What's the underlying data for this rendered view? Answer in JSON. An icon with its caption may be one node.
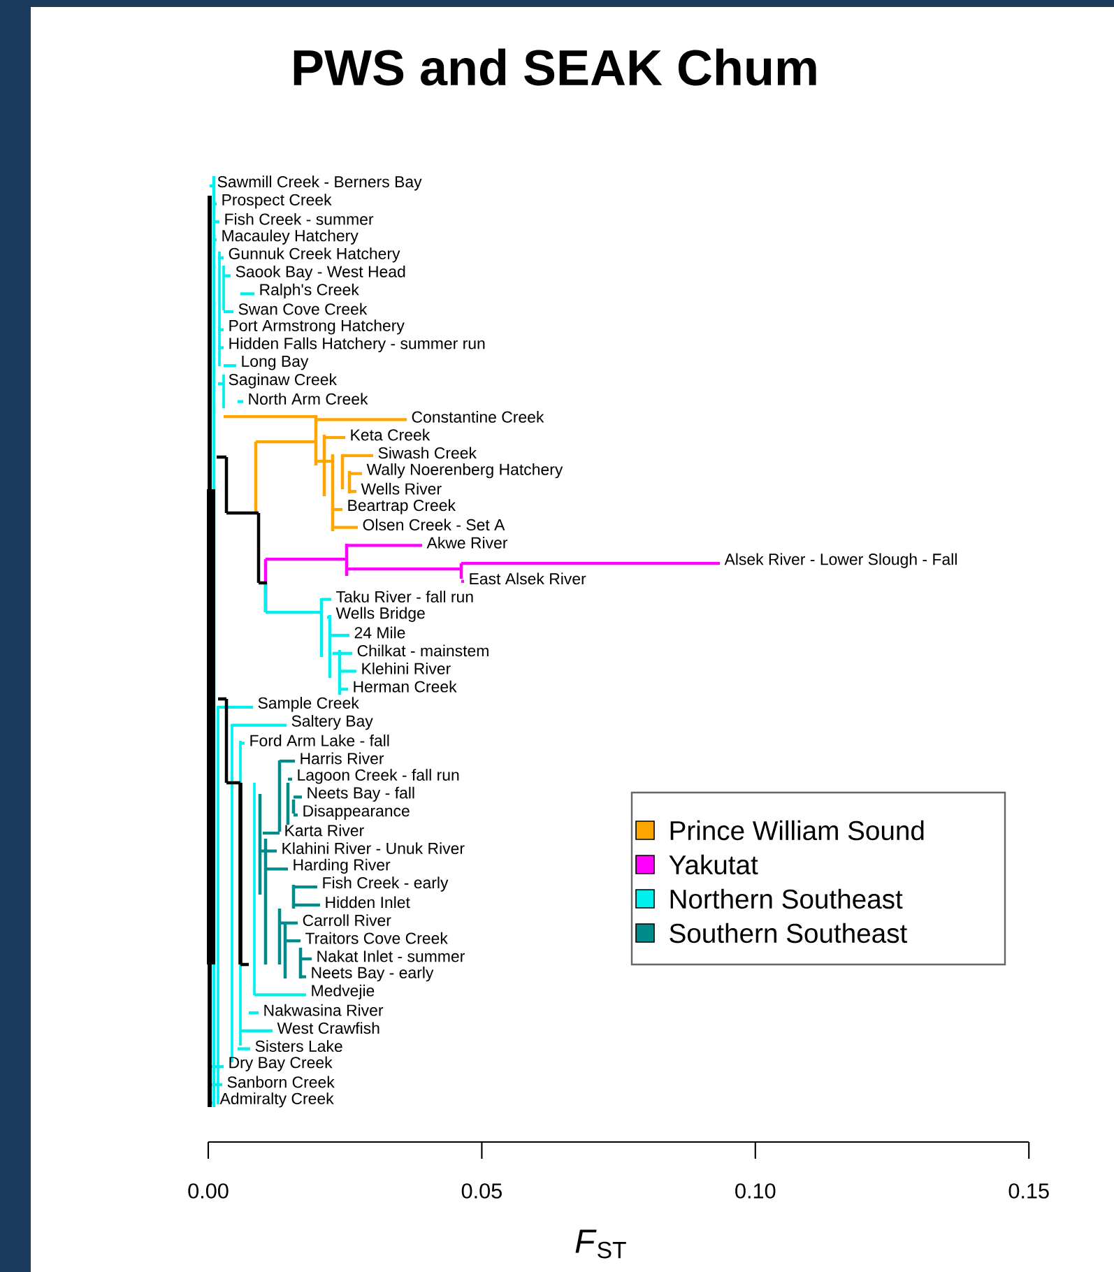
{
  "diagram": {
    "title": "PWS and SEAK Chum",
    "labels": [
      "Sawmill Creek - Berners Bay",
      "Prospect Creek",
      "Fish Creek - summer",
      "Macauley Hatchery",
      "Gunnuk Creek Hatchery",
      "Saook Bay - West Head",
      "Ralph's Creek",
      "Swan Cove Creek",
      "Port Armstrong Hatchery",
      "Hidden Falls Hatchery - summer run",
      "Long Bay",
      "Saginaw Creek",
      "North Arm Creek",
      "Constantine Creek",
      "Keta Creek",
      "Siwash Creek",
      "Wally Noerenberg Hatchery",
      "Wells River",
      "Beartrap Creek",
      "Olsen Creek - Set A",
      "Akwe River",
      "Alsek River - Lower Slough - Fall",
      "East Alsek River",
      "Taku River - fall run",
      "Wells Bridge",
      "24 Mile",
      "Chilkat - mainstem",
      "Klehini River",
      "Herman Creek",
      "Sample Creek",
      "Saltery Bay",
      "Ford Arm Lake - fall",
      "Harris River",
      "Lagoon Creek - fall run",
      "Neets Bay - fall",
      "Disappearance",
      "Karta River",
      "Klahini River - Unuk River",
      "Harding River",
      "Fish Creek - early",
      "Hidden Inlet",
      "Carroll River",
      "Traitors Cove Creek",
      "Nakat Inlet - summer",
      "Neets Bay - early",
      "Medvejie",
      "Nakwasina River",
      "West Crawfish",
      "Sisters Lake",
      "Dry Bay Creek",
      "Sanborn Creek",
      "Admiralty Creek",
      "0.00",
      "0.05",
      "0.10",
      "0.15",
      "*F*$_{ST}$"
    ],
    "legend": [
      {
        "text": "Prince William Sound",
        "color": "#ffa500"
      },
      {
        "text": "Yakutat",
        "color": "#ff00ff"
      },
      {
        "text": "Northern Southeast",
        "color": "#00f0f0"
      },
      {
        "text": "Southern Southeast",
        "color": "#008b8b"
      }
    ]
  }
}
